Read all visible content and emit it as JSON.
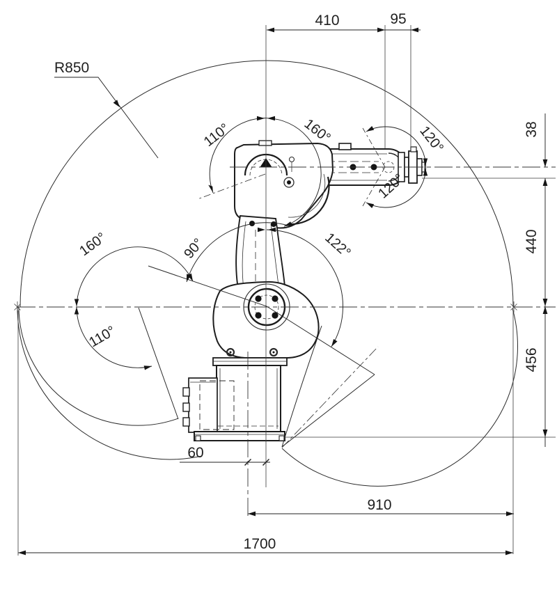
{
  "diagram": {
    "radius_callout": "R850",
    "linear_dims": {
      "d410": "410",
      "d95": "95",
      "d38": "38",
      "d440": "440",
      "d456": "456",
      "d60": "60",
      "d910": "910",
      "d1700": "1700"
    },
    "angle_dims": {
      "elbow_left": "110°",
      "elbow_right": "160°",
      "wrist_upper": "120°",
      "wrist_lower": "120°",
      "shoulder_right": "122°",
      "shoulder_left": "90°",
      "fold_upper": "160°",
      "fold_lower": "110°"
    }
  }
}
